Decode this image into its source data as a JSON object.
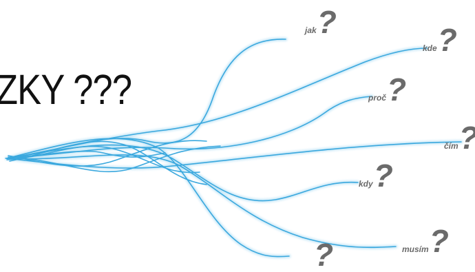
{
  "title": "ZKY ???",
  "questions": [
    {
      "word": "jak",
      "mark": "?"
    },
    {
      "word": "kde",
      "mark": "?"
    },
    {
      "word": "proč",
      "mark": "?"
    },
    {
      "word": "čím",
      "mark": "?"
    },
    {
      "word": "kdy",
      "mark": "?"
    },
    {
      "word": "musím",
      "mark": "?"
    },
    {
      "word": "",
      "mark": "?"
    }
  ],
  "colors": {
    "line": "#3aa8de",
    "line_glow": "#bfe4f6",
    "title": "#111111",
    "question": "#6b6b6b"
  }
}
